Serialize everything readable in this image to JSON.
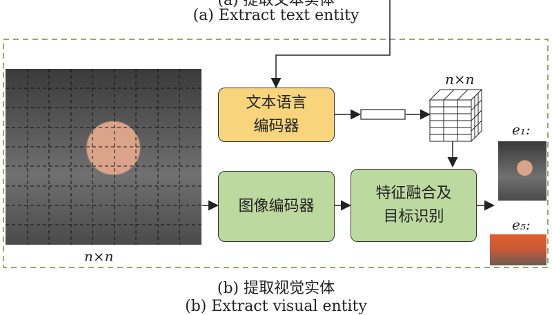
{
  "captions": {
    "a_zh": "(a) 提取文本实体",
    "a_en": "(a) Extract text entity",
    "b_zh": "(b) 提取视觉实体",
    "b_en": "(b) Extract visual entity"
  },
  "boxes": {
    "text_encoder": [
      "文本语言",
      "编码器"
    ],
    "image_encoder": "图像编码器",
    "fusion": [
      "特征融合及",
      "目标识别"
    ]
  },
  "labels": {
    "grid_size": "n×n",
    "cube_size": "n×n",
    "entity1": "e₁:",
    "entity5": "e₅:"
  },
  "colors": {
    "yellow": "#f8d47c",
    "green": "#bcd99f",
    "dash": "#6f8f3a"
  }
}
